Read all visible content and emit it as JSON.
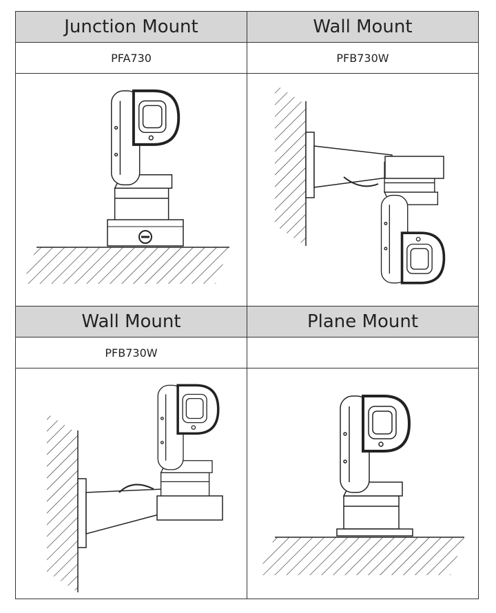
{
  "cells": [
    {
      "title": "Junction Mount",
      "model": "PFA730"
    },
    {
      "title": "Wall Mount",
      "model": "PFB730W"
    },
    {
      "title": "Wall Mount",
      "model": "PFB730W"
    },
    {
      "title": "Plane Mount",
      "model": ""
    }
  ]
}
